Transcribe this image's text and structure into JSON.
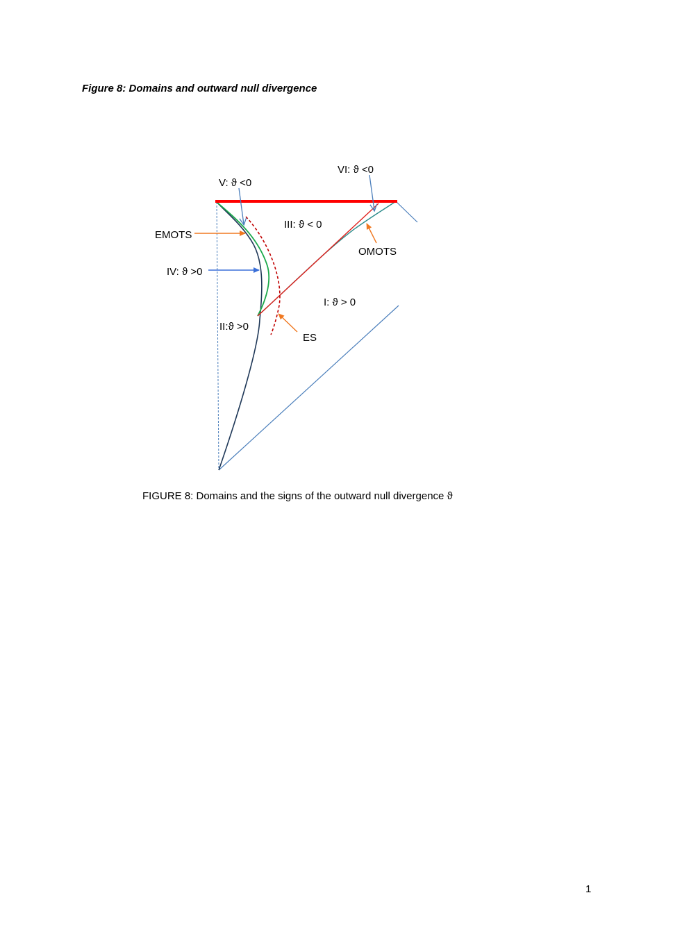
{
  "heading": "Figure 8: Domains and outward null divergence",
  "labels": {
    "region_v": "V: ϑ <0",
    "region_vi": "VI: ϑ <0",
    "region_iii": "III: ϑ < 0",
    "emots": "EMOTS",
    "omots": "OMOTS",
    "region_iv": "IV: ϑ >0",
    "region_i": "I: ϑ > 0",
    "region_ii": "II:ϑ >0",
    "es": "ES"
  },
  "caption": "FIGURE 8: Domains and the signs of the outward null divergence ϑ",
  "page_number": "1",
  "colors": {
    "singularity": "#ff0000",
    "emots_curve": "#1aa84a",
    "omots_curve": "#2a8a8a",
    "apparent_horizon": "#1f3858",
    "event_horizon": "#e0201c",
    "es_curve": "#c00000",
    "axis_dashed": "#4a7ebb",
    "null_line": "#4a7ebb",
    "arrow_orange": "#f07820",
    "arrow_blue": "#3a6fd8",
    "arrow_steel": "#4a7ebb"
  }
}
